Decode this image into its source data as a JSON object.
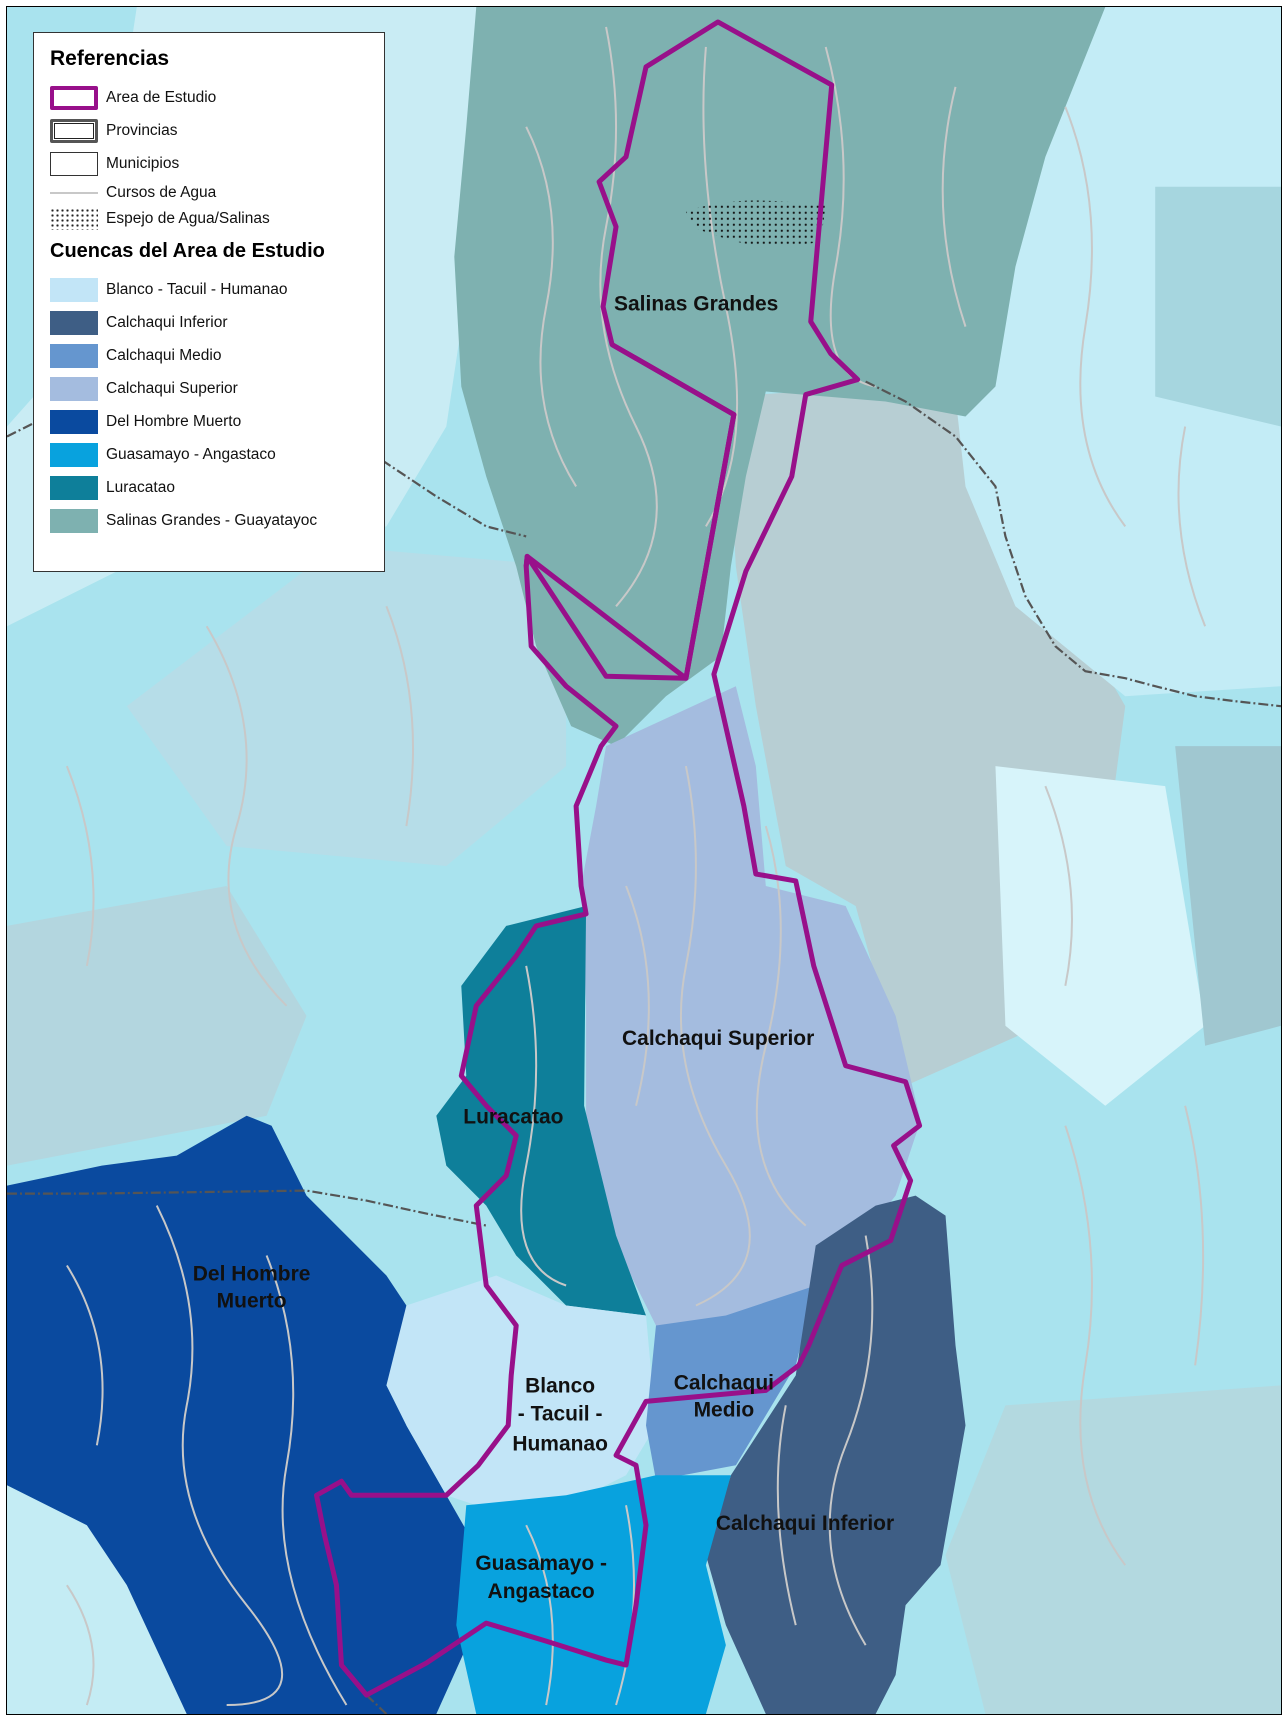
{
  "legend": {
    "title": "Referencias",
    "items": [
      {
        "label": "Area de Estudio"
      },
      {
        "label": "Provincias"
      },
      {
        "label": "Municipios"
      },
      {
        "label": "Cursos de Agua"
      },
      {
        "label": "Espejo de Agua/Salinas"
      }
    ],
    "basins_title": "Cuencas del Area de Estudio",
    "basins": [
      {
        "label": "Blanco - Tacuil - Humanao",
        "color": "#c2e5f7"
      },
      {
        "label": "Calchaqui Inferior",
        "color": "#3e5e85"
      },
      {
        "label": "Calchaqui Medio",
        "color": "#6596cf"
      },
      {
        "label": "Calchaqui Superior",
        "color": "#a4bcdf"
      },
      {
        "label": "Del Hombre Muerto",
        "color": "#0a4a9f"
      },
      {
        "label": "Guasamayo - Angastaco",
        "color": "#08a2de"
      },
      {
        "label": "Luracatao",
        "color": "#0e7f9a"
      },
      {
        "label": "Salinas Grandes - Guayatayoc",
        "color": "#7eb1b0"
      }
    ]
  },
  "map_labels": {
    "salinas_grandes": "Salinas Grandes",
    "calchaqui_superior": "Calchaqui Superior",
    "luracatao": "Luracatao",
    "del_hombre_muerto_1": "Del Hombre",
    "del_hombre_muerto_2": "Muerto",
    "blanco_1": "Blanco",
    "blanco_2": "- Tacuil -",
    "blanco_3": "Humanao",
    "calchaqui_medio_1": "Calchaqui",
    "calchaqui_medio_2": "Medio",
    "calchaqui_inferior": "Calchaqui Inferior",
    "guasamayo_1": "Guasamayo -",
    "guasamayo_2": "Angastaco"
  },
  "colors": {
    "study_area": "#98108a",
    "background_cyan": "#a9e3ee",
    "neighbor_gray": "#b7ced3",
    "rivers": "#c8c8c8"
  }
}
